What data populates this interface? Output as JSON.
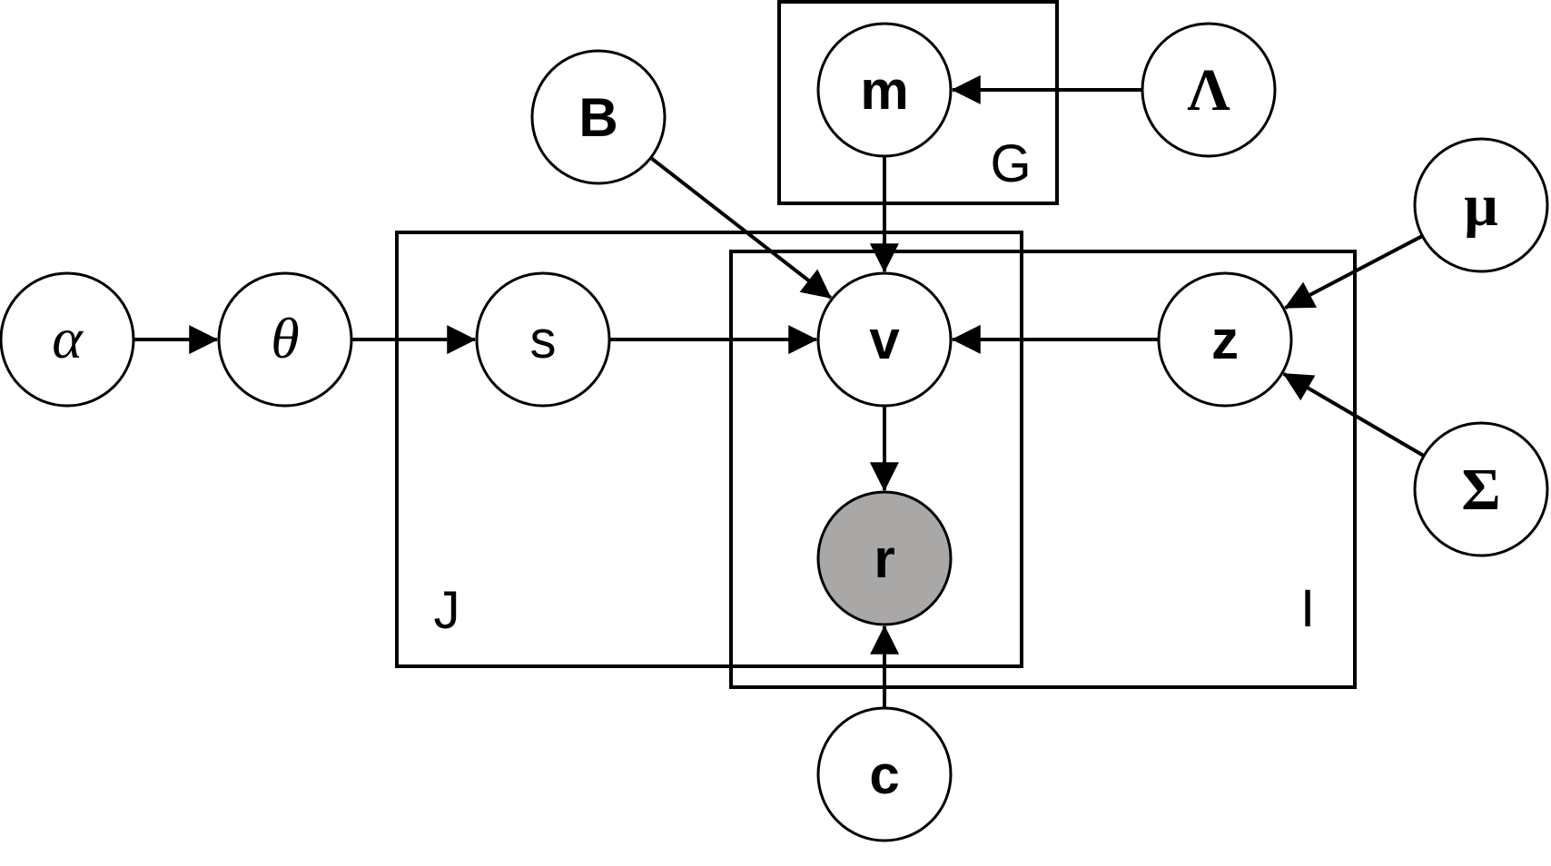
{
  "nodes": [
    {
      "id": "alpha",
      "label": "α",
      "style": "greek",
      "fill": "#ffffff"
    },
    {
      "id": "theta",
      "label": "θ",
      "style": "greek",
      "fill": "#ffffff"
    },
    {
      "id": "s",
      "label": "s",
      "style": "plain",
      "fill": "#ffffff"
    },
    {
      "id": "B",
      "label": "B",
      "style": "bold",
      "fill": "#ffffff"
    },
    {
      "id": "m",
      "label": "m",
      "style": "bold",
      "fill": "#ffffff"
    },
    {
      "id": "Lambda",
      "label": "Λ",
      "style": "greek-bold",
      "fill": "#ffffff"
    },
    {
      "id": "mu",
      "label": "μ",
      "style": "greek-bold",
      "fill": "#ffffff"
    },
    {
      "id": "v",
      "label": "v",
      "style": "bold",
      "fill": "#ffffff"
    },
    {
      "id": "z",
      "label": "z",
      "style": "bold",
      "fill": "#ffffff"
    },
    {
      "id": "Sigma",
      "label": "Σ",
      "style": "greek-bold",
      "fill": "#ffffff"
    },
    {
      "id": "r",
      "label": "r",
      "style": "bold",
      "fill": "#aaa8a7",
      "observed": true
    },
    {
      "id": "c",
      "label": "c",
      "style": "bold",
      "fill": "#ffffff"
    }
  ],
  "edges": [
    {
      "from": "alpha",
      "to": "theta"
    },
    {
      "from": "theta",
      "to": "s"
    },
    {
      "from": "s",
      "to": "v"
    },
    {
      "from": "B",
      "to": "v"
    },
    {
      "from": "m",
      "to": "v"
    },
    {
      "from": "Lambda",
      "to": "m"
    },
    {
      "from": "z",
      "to": "v"
    },
    {
      "from": "mu",
      "to": "z"
    },
    {
      "from": "Sigma",
      "to": "z"
    },
    {
      "from": "v",
      "to": "r"
    },
    {
      "from": "c",
      "to": "r"
    }
  ],
  "plates": [
    {
      "id": "plate-G",
      "label": "G"
    },
    {
      "id": "plate-J",
      "label": "J"
    },
    {
      "id": "plate-I",
      "label": "I"
    }
  ]
}
